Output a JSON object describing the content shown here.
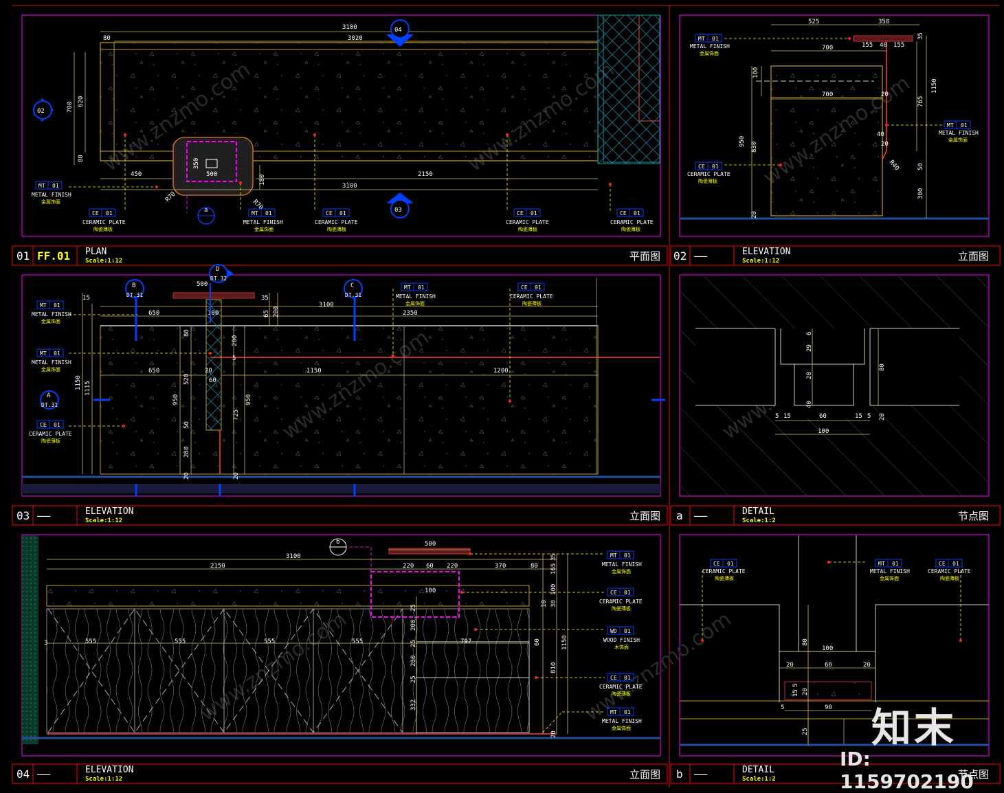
{
  "watermark": {
    "brand": "知末",
    "id_text": "ID: 1159702190",
    "repeat_text": "www.znzmo.com"
  },
  "panels": {
    "p01": {
      "number": "01",
      "code": "FF.01",
      "title": "PLAN",
      "scale": "Scale:1:12",
      "cn": "平面图"
    },
    "p02": {
      "number": "02",
      "code": "——",
      "title": "ELEVATION",
      "scale": "Scale:1:12",
      "cn": "立面图"
    },
    "p03": {
      "number": "03",
      "code": "——",
      "title": "ELEVATION",
      "scale": "Scale:1:12",
      "cn": "立面图"
    },
    "pa": {
      "number": "a",
      "code": "——",
      "title": "DETAIL",
      "scale": "Scale:1:2",
      "cn": "节点图"
    },
    "p04": {
      "number": "04",
      "code": "——",
      "title": "ELEVATION",
      "scale": "Scale:1:12",
      "cn": "立面图"
    },
    "pb": {
      "number": "b",
      "code": "——",
      "title": "DETAIL",
      "scale": "Scale:1:2",
      "cn": "节点图"
    }
  },
  "materials": {
    "mt": {
      "code": "MT",
      "no": "01",
      "en": "METAL FINISH",
      "cn": "金属饰面"
    },
    "ce": {
      "code": "CE",
      "no": "01",
      "en": "CERAMIC PLATE",
      "cn": "陶瓷薄板"
    },
    "wd": {
      "code": "WD",
      "no": "01",
      "en": "WOOD FINISH",
      "cn": "木饰面"
    }
  },
  "symbols": {
    "s04": "04",
    "s02": "02",
    "s03": "03",
    "sa": "a",
    "sb": "b",
    "B": "B",
    "B_ref": "DT.31",
    "C": "C",
    "C_ref": "DT.31",
    "D": "D",
    "D_ref": "DT.32",
    "A": "A",
    "A_ref": "DT.31"
  },
  "dims": {
    "p01": {
      "top1": "3100",
      "top2": "3020",
      "left80": "80",
      "h700": "700",
      "h620": "620",
      "h80b": "80",
      "w450": "450",
      "w500": "500",
      "h350": "350",
      "w2150": "2150",
      "w3100b": "3100",
      "h180": "180",
      "r70a": "R70",
      "r70b": "R70"
    },
    "p02": {
      "w525": "525",
      "w350": "350",
      "w155a": "155",
      "w40": "40",
      "w155b": "155",
      "h35": "35",
      "w700a": "700",
      "w700b": "700",
      "h100": "100",
      "h1150": "1150",
      "h765": "765",
      "h20a": "20",
      "h40": "40",
      "h20b": "20",
      "h950": "950",
      "h830": "830",
      "r40": "R40",
      "h50": "50",
      "h300": "300",
      "h20c": "20"
    },
    "p03": {
      "w500": "500",
      "w35": "35",
      "w15": "15",
      "w3100": "3100",
      "w650a": "650",
      "w100": "100",
      "w2350": "2350",
      "h65": "65",
      "h200a": "200",
      "h80": "80",
      "h200b": "200",
      "h5": "5",
      "w650b": "650",
      "w20": "20",
      "w1150": "1150",
      "w1200": "1200",
      "h1150": "1150",
      "h1115": "1115",
      "h520": "520",
      "h60": "60",
      "h950a": "950",
      "h950b": "950",
      "h725": "725",
      "h50": "50",
      "h280": "280",
      "h20a": "20",
      "h20b": "20"
    },
    "pa": {
      "h6": "6",
      "h29": "29",
      "h20": "20",
      "h40": "40",
      "h80": "80",
      "w5a": "5",
      "w15a": "15",
      "w60": "60",
      "w15b": "15",
      "w5b": "5",
      "h20b": "20",
      "w100": "100"
    },
    "p04": {
      "w500": "500",
      "w3100": "3100",
      "w2150": "2150",
      "w220a": "220",
      "w60": "60",
      "w220b": "220",
      "w370": "370",
      "w80": "80",
      "h35": "35",
      "h165": "165",
      "w100": "100",
      "h100": "100",
      "h30": "30",
      "h10": "10",
      "h25a": "25",
      "h200a": "200",
      "h25b": "25",
      "h200b": "200",
      "h25c": "25",
      "h332": "332",
      "h60": "60",
      "h810": "810",
      "h1150": "1150",
      "h20": "20",
      "m3": "3",
      "w555a": "555",
      "w555b": "555",
      "w555c": "555",
      "w555d": "555",
      "w797": "797"
    },
    "pb": {
      "h80": "80",
      "w100": "100",
      "w20a": "20",
      "w60": "60",
      "w20b": "20",
      "h5a": "5",
      "h15": "15",
      "h20": "20",
      "w5": "5",
      "w90": "90",
      "h25": "25"
    }
  },
  "colors": {
    "frame": "#ff00ff",
    "titleBorder": "#ff0000",
    "outline": "#c8a020",
    "dimLine": "#d8c070",
    "leader": "#ffff00",
    "symbol": "#0040ff",
    "red": "#ff3030",
    "hatch": "#505050",
    "cyan": "#00a0a0"
  }
}
